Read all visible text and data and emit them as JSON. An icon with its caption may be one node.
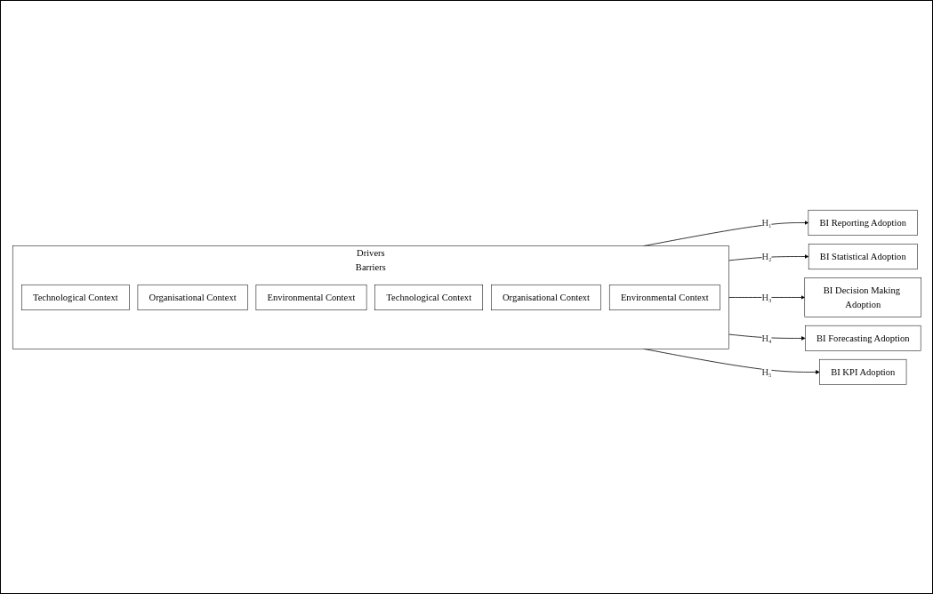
{
  "diagram": {
    "nodes": [
      {
        "text": [
          "Drivers",
          "Barriers"
        ]
      },
      {
        "text": [
          "Technological Context"
        ],
        "in": 0
      },
      {
        "text": [
          "Organisational Context"
        ],
        "in": 0
      },
      {
        "text": [
          "Environmental Context"
        ],
        "in": 0
      },
      {
        "text": [
          "Technological Context"
        ],
        "in": 0
      },
      {
        "text": [
          "Organisational Context"
        ],
        "in": 0
      },
      {
        "text": [
          "Environmental Context"
        ],
        "in": 0
      },
      {
        "text": [
          "BI Reporting Adoption"
        ]
      },
      {
        "text": [
          "BI Statistical Adoption"
        ]
      },
      {
        "text": [
          "BI Decision Making Adoption"
        ]
      },
      {
        "text": [
          "BI Forecasting Adoption"
        ]
      },
      {
        "text": [
          "BI KPI Adoption"
        ]
      }
    ],
    "edges": [
      {
        "from": 0,
        "to": 7,
        "arrow": "to",
        "label": "H₁"
      },
      {
        "from": 0,
        "to": 8,
        "arrow": "to",
        "label": "H₂"
      },
      {
        "from": 0,
        "to": 9,
        "arrow": "to",
        "label": "H₃"
      },
      {
        "from": 0,
        "to": 10,
        "arrow": "to",
        "label": "H₄"
      },
      {
        "from": 0,
        "to": 11,
        "arrow": "to",
        "label": "H₅"
      }
    ]
  }
}
